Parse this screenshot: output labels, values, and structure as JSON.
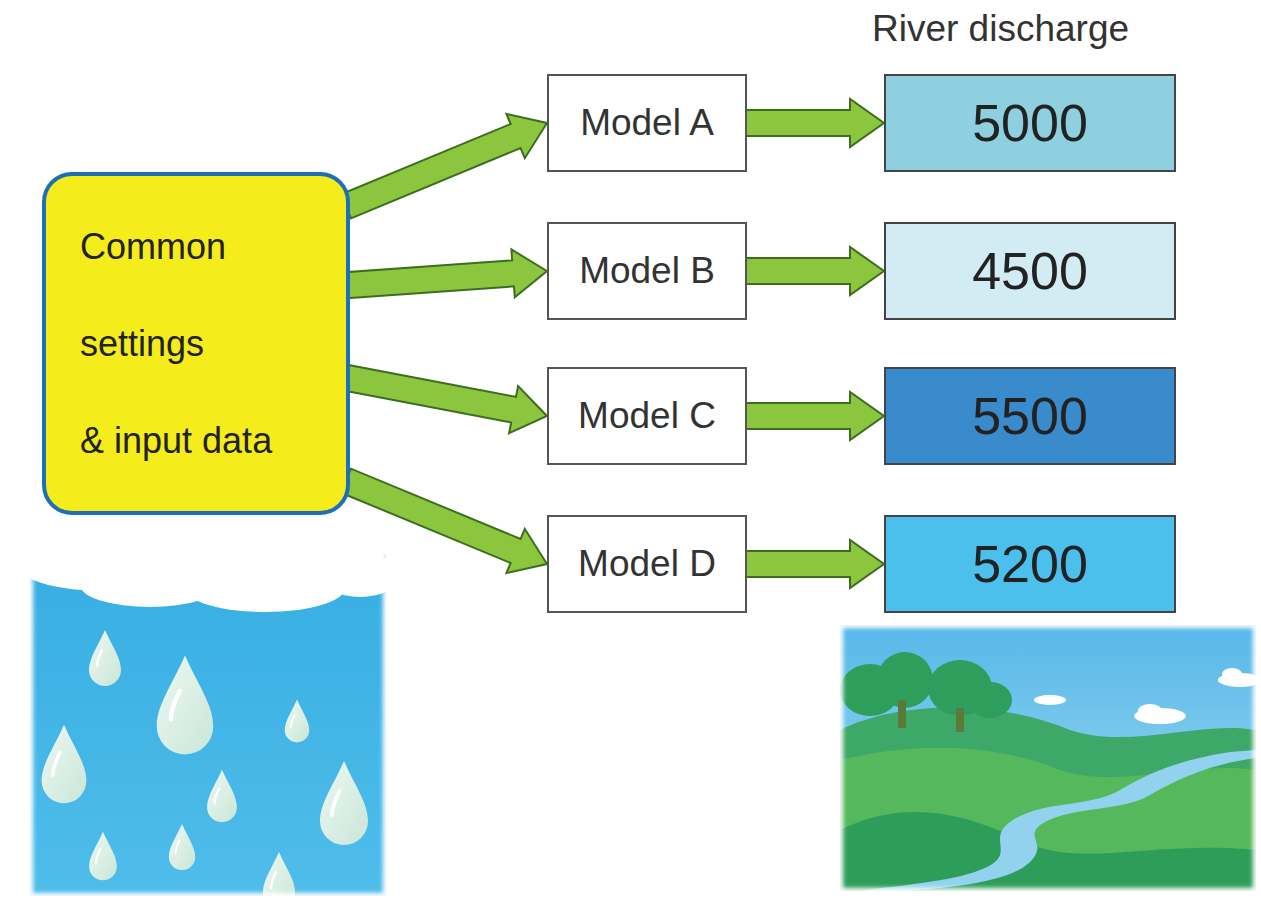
{
  "diagram": {
    "nodes": [
      {
        "text": [
          "Common settings & input data"
        ]
      },
      {
        "text": [
          "Model A"
        ]
      },
      {
        "text": [
          "Model B"
        ]
      },
      {
        "text": [
          "Model C"
        ]
      },
      {
        "text": [
          "Model D"
        ]
      },
      {
        "text": [
          "5000"
        ]
      },
      {
        "text": [
          "4500"
        ]
      },
      {
        "text": [
          "5500"
        ]
      },
      {
        "text": [
          "5200"
        ]
      }
    ],
    "edges": [
      {
        "from": 0,
        "to": 1,
        "arrow": "to"
      },
      {
        "from": 0,
        "to": 2,
        "arrow": "to"
      },
      {
        "from": 0,
        "to": 3,
        "arrow": "to"
      },
      {
        "from": 0,
        "to": 4,
        "arrow": "to"
      },
      {
        "from": 1,
        "to": 5,
        "arrow": "to"
      },
      {
        "from": 2,
        "to": 6,
        "arrow": "to"
      },
      {
        "from": 3,
        "to": 7,
        "arrow": "to"
      },
      {
        "from": 4,
        "to": 8,
        "arrow": "to"
      }
    ],
    "labels": [
      "River discharge"
    ]
  }
}
